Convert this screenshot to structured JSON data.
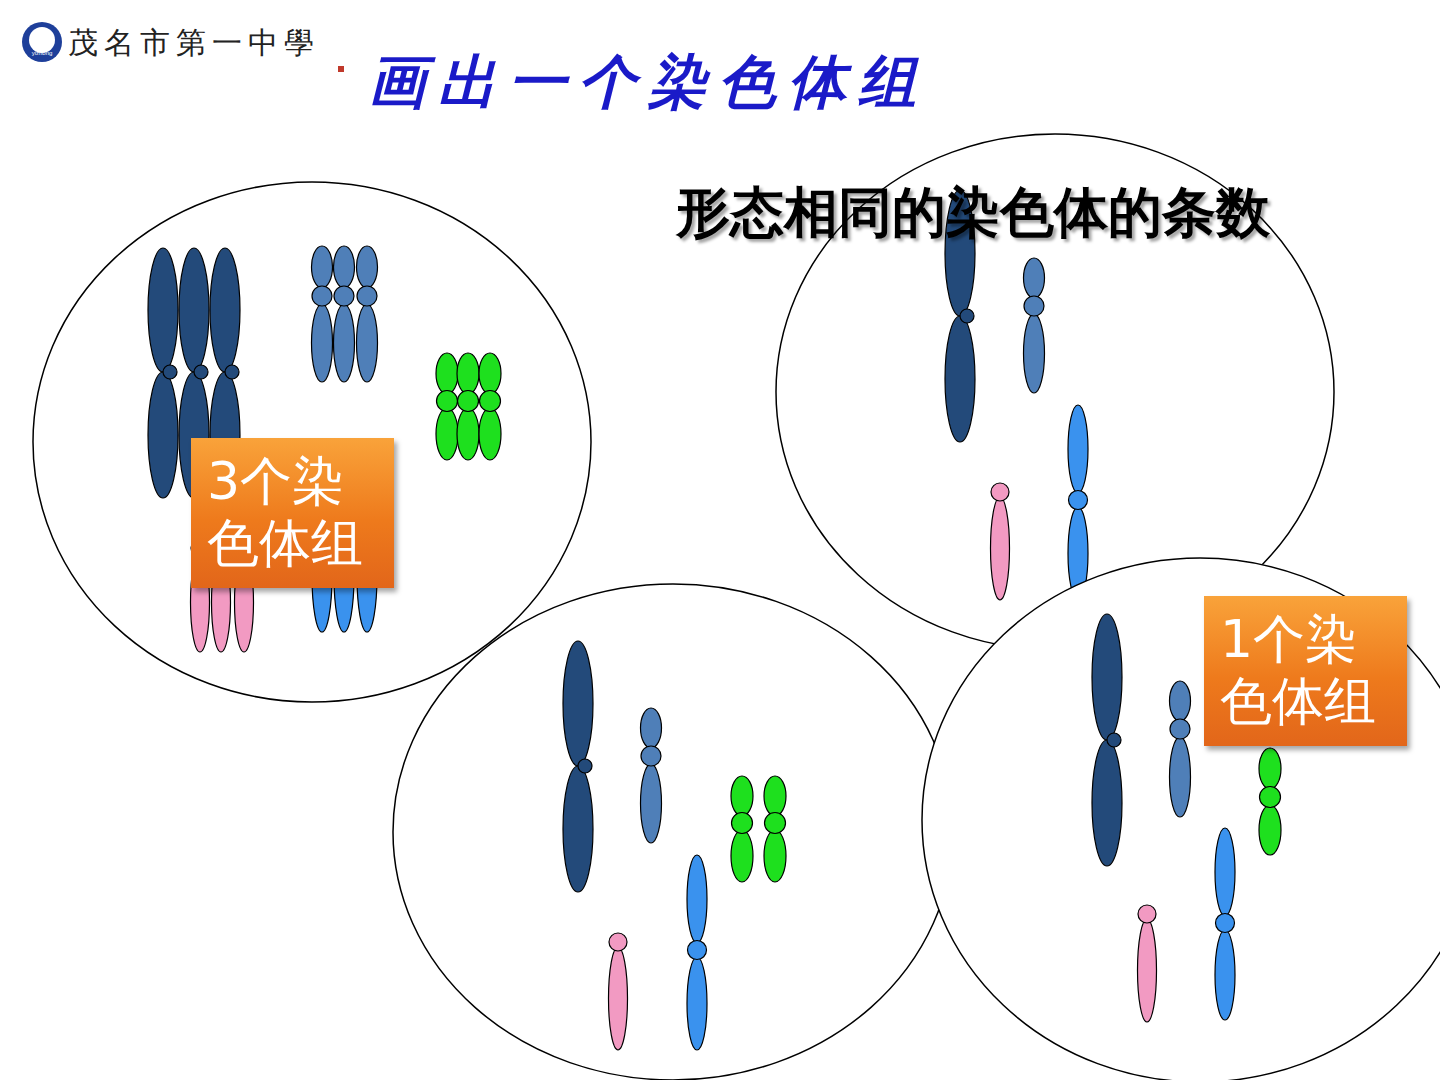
{
  "diagram": {
    "title": "画出一个染色体组",
    "nodes": [
      {
        "text": [
          "3个染色体组"
        ]
      },
      {
        "text": [
          "1个染色体组"
        ]
      }
    ],
    "labels": [
      "茂名市第一中學",
      "yizhong",
      "形态相同的染色体的条数"
    ]
  }
}
